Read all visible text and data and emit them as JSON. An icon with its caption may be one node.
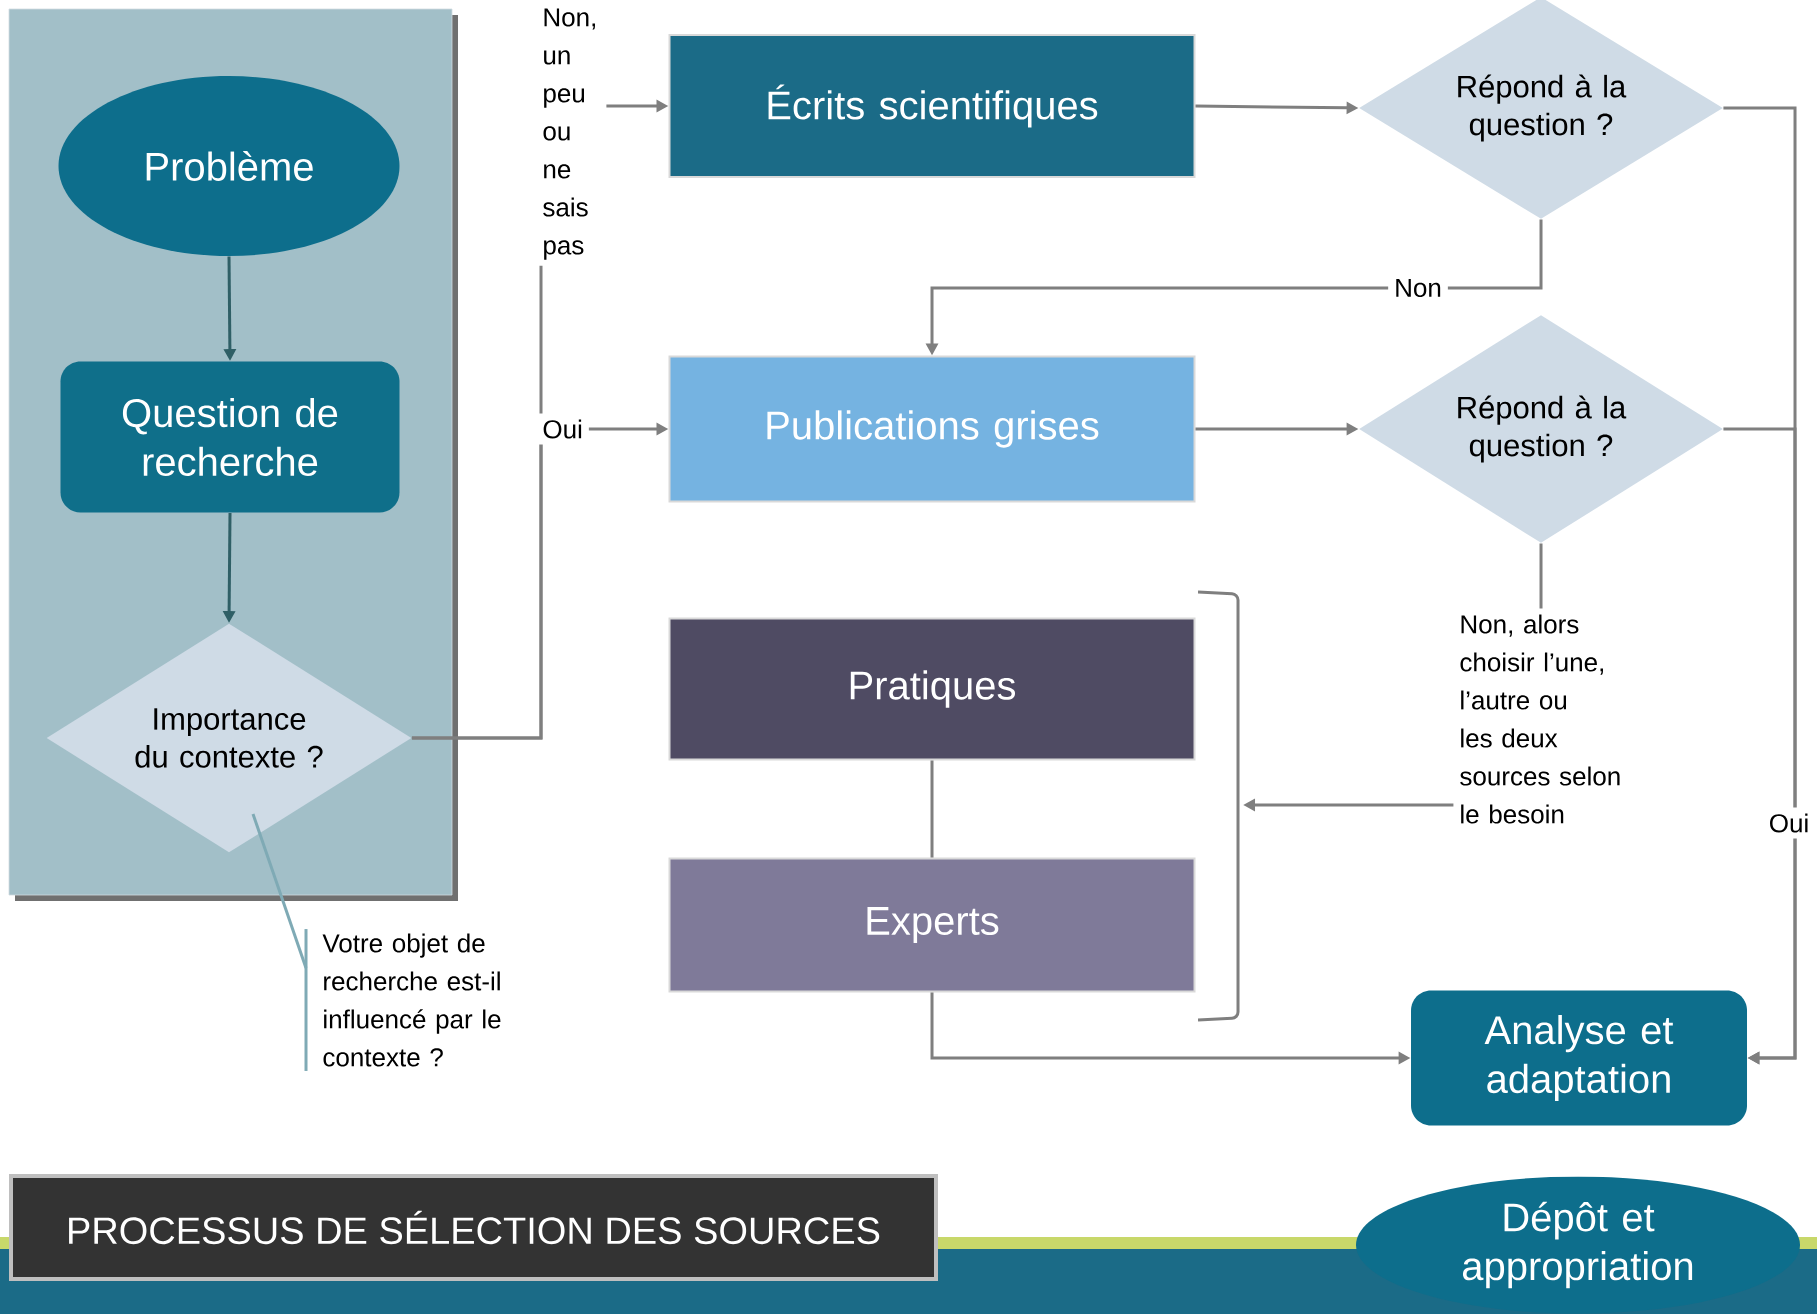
{
  "diagram": {
    "title": "PROCESSUS DE SÉLECTION DES SOURCES",
    "nodes": [
      {
        "text": [
          "Problème"
        ]
      },
      {
        "text": [
          "Question de recherche"
        ]
      },
      {
        "text": [
          "Importance du contexte ?"
        ]
      },
      {
        "text": [
          "Votre objet de recherche est-il influencé par le contexte ?"
        ]
      },
      {
        "text": [
          "Écrits scientifiques"
        ]
      },
      {
        "text": [
          "Publications grises"
        ]
      },
      {
        "text": [
          "Répond à la question ?"
        ]
      },
      {
        "text": [
          "Répond à la question ?"
        ]
      },
      {
        "text": [
          "Pratiques"
        ]
      },
      {
        "text": [
          "Experts"
        ]
      },
      {
        "text": [
          "Analyse et adaptation"
        ]
      },
      {
        "text": [
          "Dépôt et appropriation"
        ]
      }
    ],
    "edges": [
      {
        "from": 0,
        "to": 1,
        "arrow": "to",
        "color": "#2f5f66"
      },
      {
        "from": 1,
        "to": 2,
        "arrow": "to",
        "color": "#2f5f66"
      },
      {
        "from": 2,
        "to": 4,
        "arrow": "to",
        "label": "Non, un peu ou ne sais pas"
      },
      {
        "from": 2,
        "to": 5,
        "arrow": "to",
        "label": "Oui"
      },
      {
        "from": 4,
        "to": 6,
        "arrow": "to"
      },
      {
        "from": 6,
        "to": 5,
        "arrow": "to",
        "label": "Non"
      },
      {
        "from": 5,
        "to": 7,
        "arrow": "to"
      },
      {
        "from": 6,
        "to": 10,
        "arrow": "to",
        "label": "Oui"
      },
      {
        "from": 7,
        "to": 10,
        "arrow": "to"
      },
      {
        "from": 7,
        "to": 8,
        "arrow": "to",
        "label": "Non, alors choisir l’une, l’autre ou les deux sources selon le besoin"
      },
      {
        "from": 8,
        "to": 9,
        "arrow": "none"
      },
      {
        "from": 9,
        "to": 10,
        "arrow": "to"
      },
      {
        "from": 3,
        "to": 2,
        "arrow": "none",
        "color": "#7faab5"
      }
    ]
  }
}
